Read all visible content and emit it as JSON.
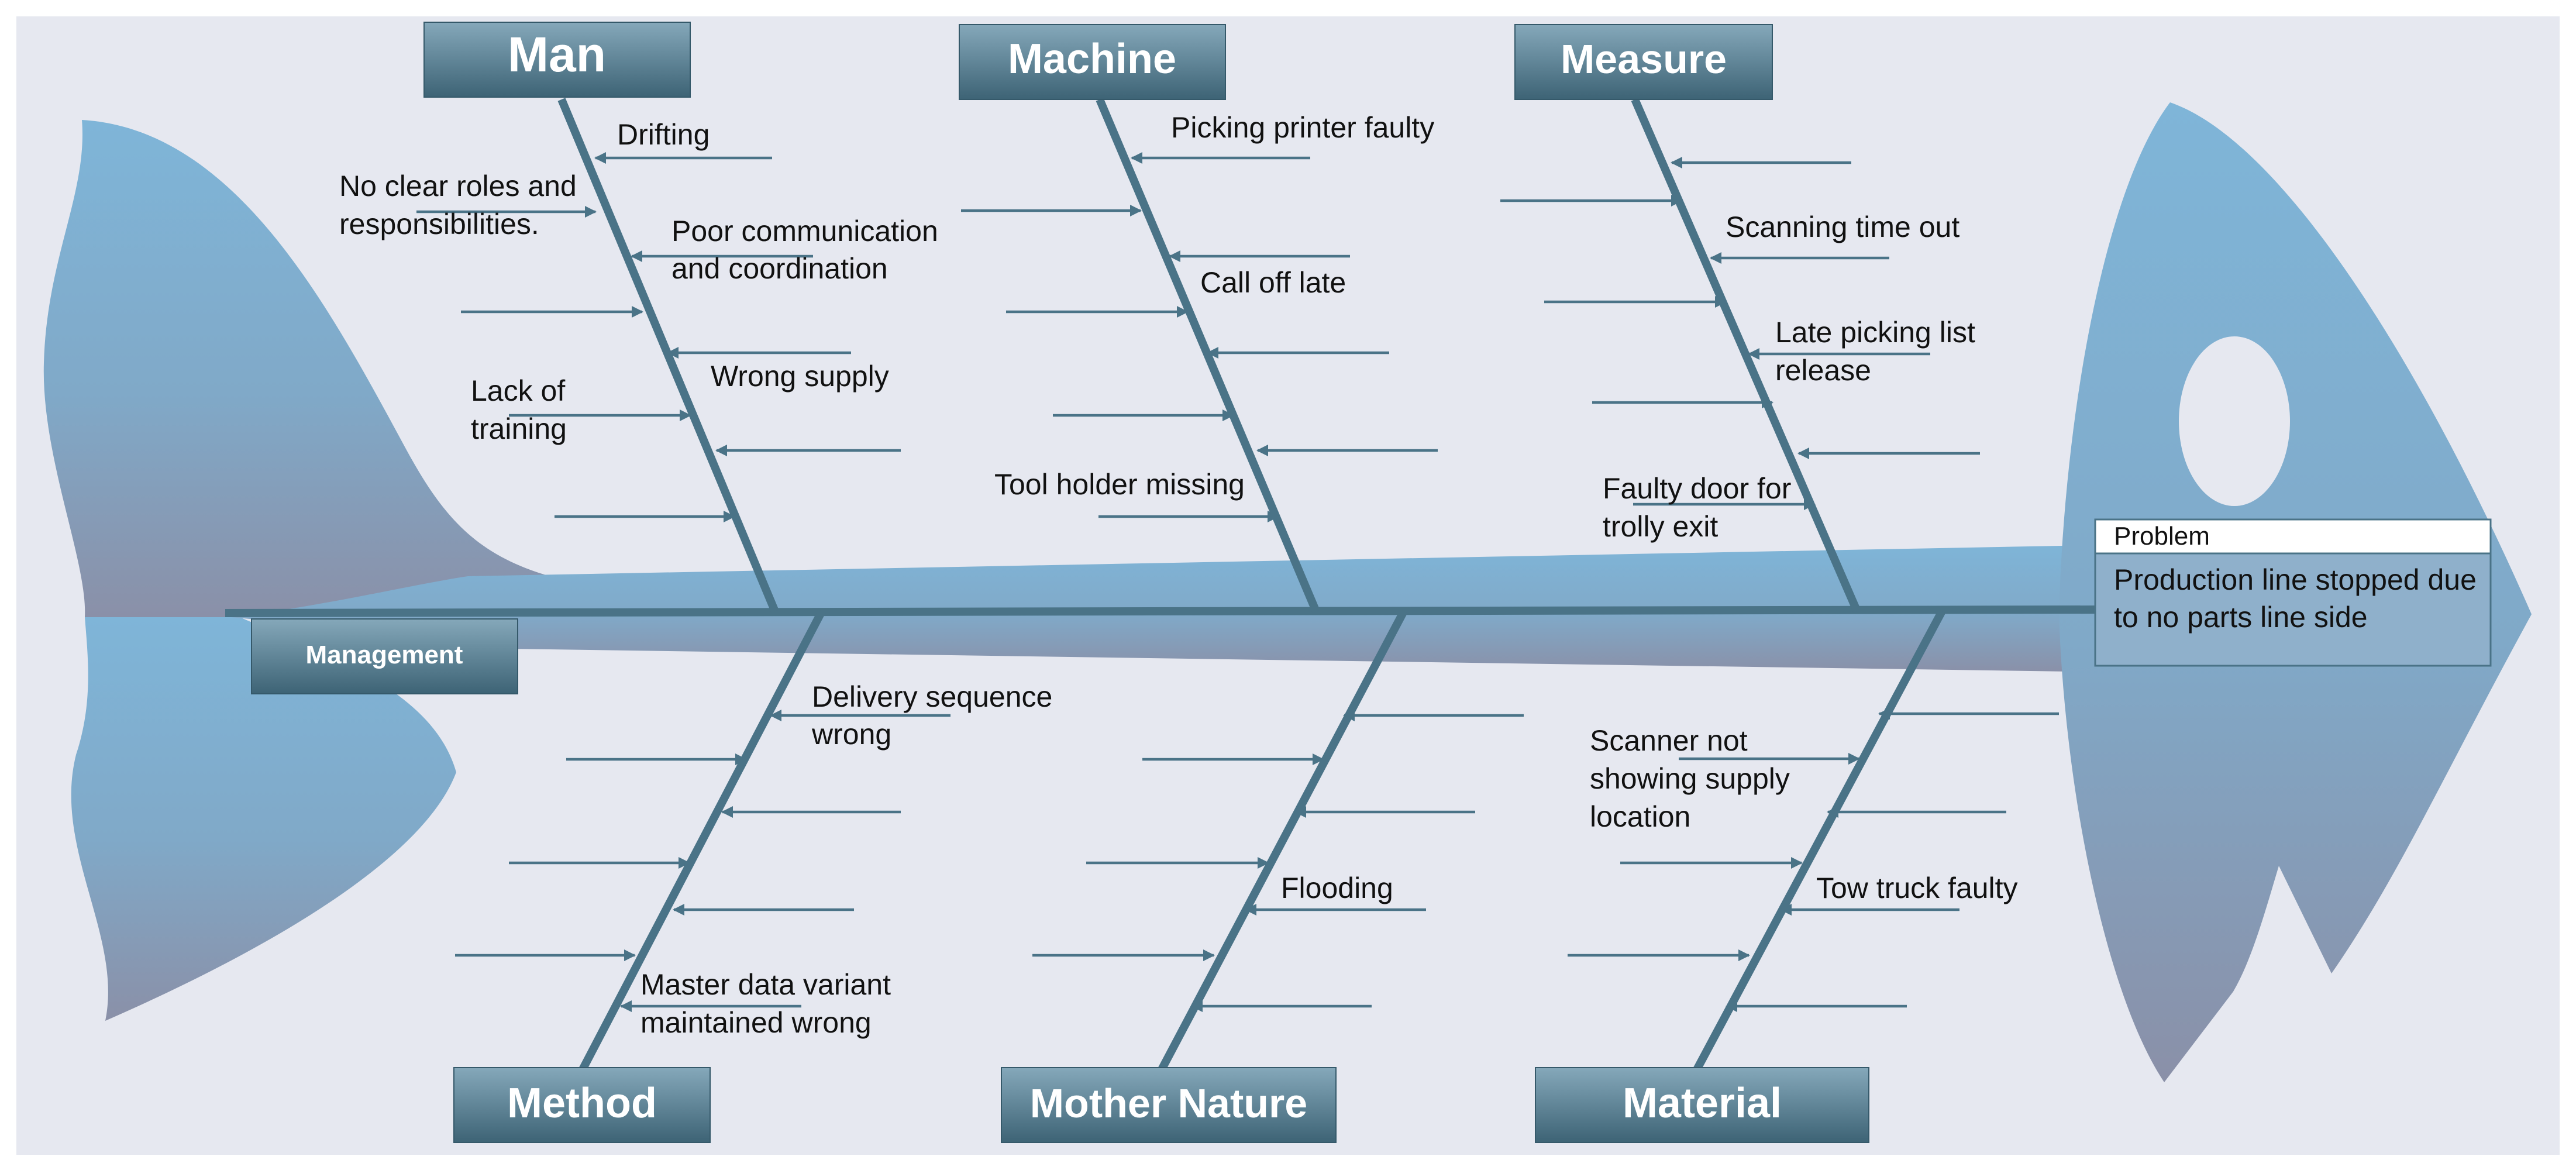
{
  "diagram": {
    "categories": {
      "man": "Man",
      "machine": "Machine",
      "measure": "Measure",
      "method": "Method",
      "mother_nature": "Mother Nature",
      "material": "Material",
      "management": "Management"
    },
    "causes": {
      "man": {
        "drifting": "Drifting",
        "roles_1": "No clear roles and",
        "roles_2": "responsibilities.",
        "comm_1": "Poor communication",
        "comm_2": "and coordination",
        "wrong_supply": "Wrong supply",
        "training_1": "Lack of",
        "training_2": "training"
      },
      "machine": {
        "printer": "Picking printer faulty",
        "call_off": "Call off late",
        "tool_holder": "Tool holder missing"
      },
      "measure": {
        "scanning": "Scanning time out",
        "picking_1": "Late picking list",
        "picking_2": "release",
        "door_1": "Faulty door for",
        "door_2": "trolly exit"
      },
      "method": {
        "delivery_1": "Delivery sequence",
        "delivery_2": "wrong",
        "master_1": "Master data variant",
        "master_2": "maintained wrong"
      },
      "mother_nature": {
        "flooding": "Flooding"
      },
      "material": {
        "scanner_1": "Scanner not",
        "scanner_2": "showing supply",
        "scanner_3": "location",
        "tow_truck": "Tow truck faulty"
      }
    },
    "problem": {
      "title": "Problem",
      "line1": "Production line stopped due",
      "line2": "to no parts line side"
    }
  },
  "colors": {
    "fish_light": "#7fb3d6",
    "fish_dark": "#8792aa",
    "bone": "#4a7387",
    "header_top": "#7b9fb2",
    "header_bottom": "#3e6476",
    "background": "#e6e8f0"
  }
}
